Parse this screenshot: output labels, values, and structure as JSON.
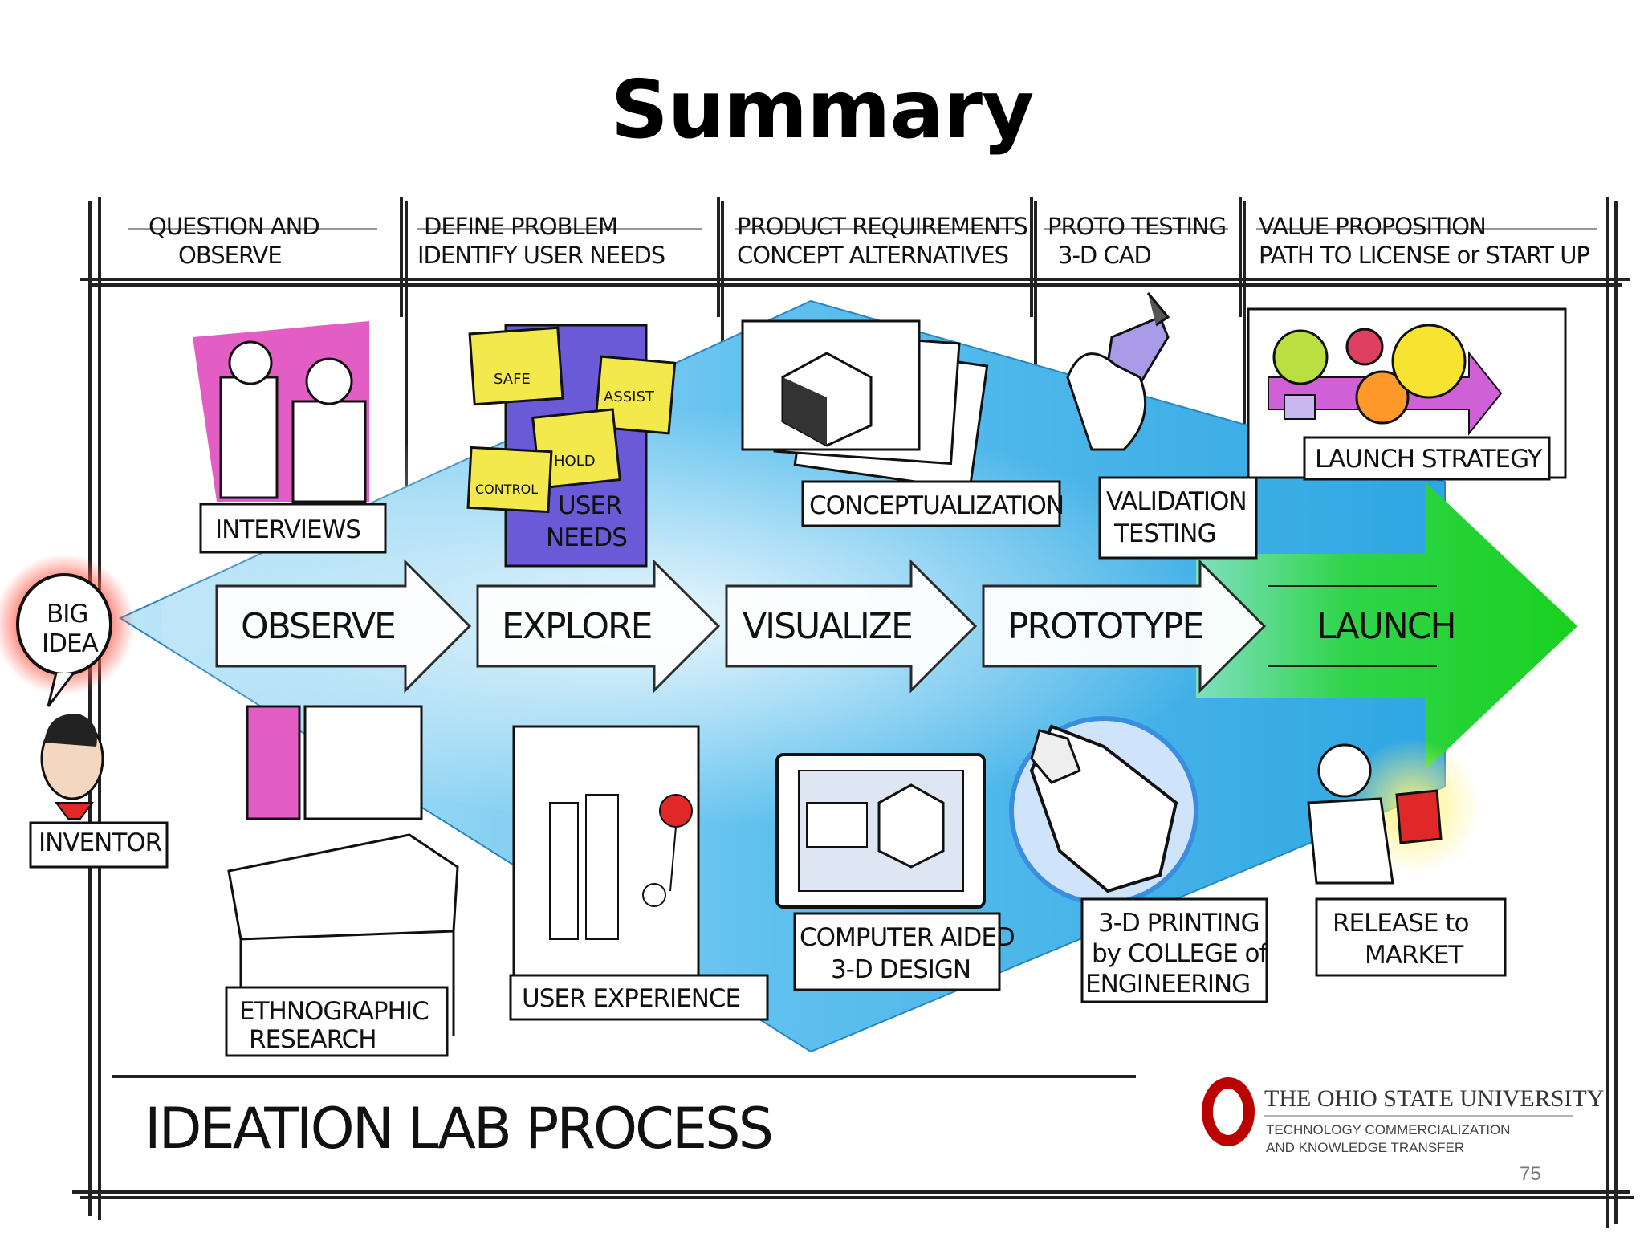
{
  "title": "Summary",
  "columns": [
    {
      "line1": "QUESTION AND",
      "line2": "OBSERVE"
    },
    {
      "line1": "DEFINE PROBLEM",
      "line2": "IDENTIFY USER NEEDS"
    },
    {
      "line1": "PRODUCT REQUIREMENTS",
      "line2": "CONCEPT ALTERNATIVES"
    },
    {
      "line1": "PROTO TESTING",
      "line2": "3-D CAD"
    },
    {
      "line1": "VALUE PROPOSITION",
      "line2": "PATH TO LICENSE or START UP"
    }
  ],
  "stages": [
    "OBSERVE",
    "EXPLORE",
    "VISUALIZE",
    "PROTOTYPE",
    "LAUNCH"
  ],
  "big_idea": {
    "line1": "BIG",
    "line2": "IDEA"
  },
  "inventor": "INVENTOR",
  "top_labels": {
    "interviews": "INTERVIEWS",
    "user_needs_1": "USER",
    "user_needs_2": "NEEDS",
    "conceptualization": "CONCEPTUALIZATION",
    "validation_1": "VALIDATION",
    "validation_2": "TESTING",
    "launch_strategy": "LAUNCH STRATEGY"
  },
  "sticky_notes": [
    "SAFE",
    "ASSIST",
    "HOLD",
    "CONTROL"
  ],
  "bottom_labels": {
    "ethno_1": "ETHNOGRAPHIC",
    "ethno_2": "RESEARCH",
    "user_experience": "USER EXPERIENCE",
    "cad_1": "COMPUTER AIDED",
    "cad_2": "3-D DESIGN",
    "printing_1": "3-D PRINTING",
    "printing_2": "by COLLEGE of",
    "printing_3": "ENGINEERING",
    "release_1": "RELEASE to",
    "release_2": "MARKET"
  },
  "footer_title": "IDEATION LAB PROCESS",
  "osu": {
    "name": "THE OHIO STATE UNIVERSITY",
    "line1": "TECHNOLOGY COMMERCIALIZATION",
    "line2": "AND KNOWLEDGE TRANSFER"
  },
  "page_number": "75",
  "colors": {
    "diamond": "#4fb3e8",
    "launch": "#22d42a",
    "pink": "#e860c8",
    "purple": "#6a5ad8",
    "sticky": "#f3e84c",
    "osu_red": "#bb0000"
  }
}
